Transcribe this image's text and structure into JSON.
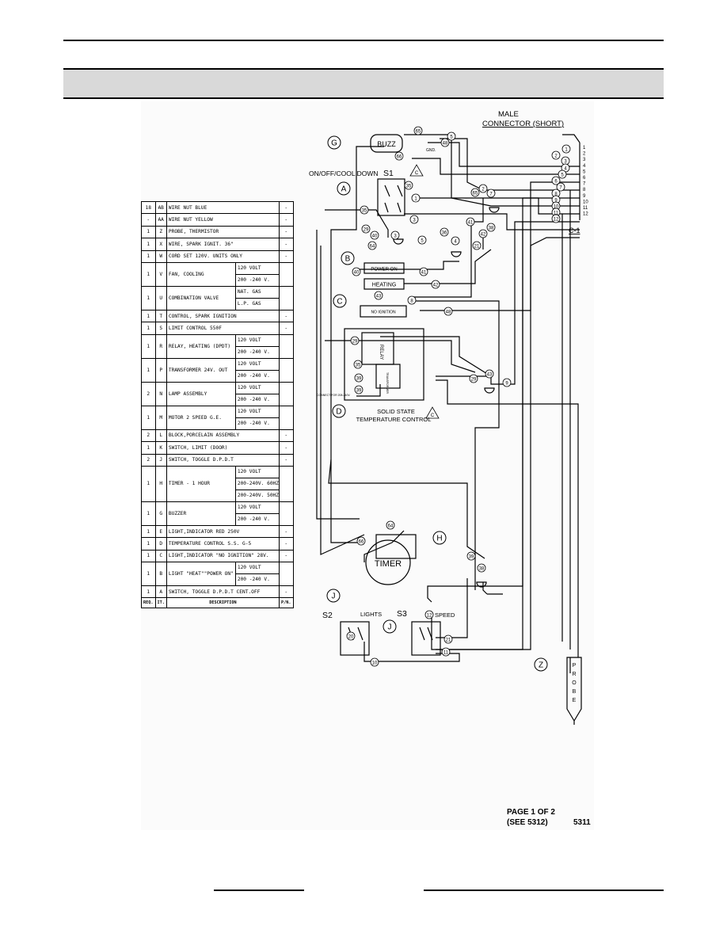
{
  "connector": {
    "title_line1": "MALE",
    "title_line2": "CONNECTOR (SHORT)",
    "label": "C-1",
    "pins": [
      "1",
      "2",
      "3",
      "4",
      "5",
      "6",
      "7",
      "8",
      "9",
      "10",
      "11",
      "12"
    ]
  },
  "components": {
    "buzzer": "BUZZ",
    "s1_caption": "ON/OFF/COOL DOWN",
    "s1": "S1",
    "s2": "S2",
    "s3": "S3",
    "lights": "LIGHTS",
    "speed": "SPEED",
    "power_on": "POWER ON",
    "heating": "HEATING",
    "no_ignition": "NO IGNITION",
    "timer": "TIMER",
    "probe": "PROBE",
    "gnd": "GND.",
    "tc_line1": "SOLID STATE",
    "tc_line2": "TEMPERATURE CONTROL",
    "relay": "RELAY",
    "transformer": "TRANSFORMER",
    "connect_note": "CONNECT FOR 208-240V.",
    "callouts": [
      "G",
      "A",
      "B",
      "C",
      "D",
      "H",
      "J",
      "J",
      "Z"
    ],
    "c_marks": [
      "C",
      "C"
    ]
  },
  "parts_table": {
    "headers": [
      "REQ.",
      "IT.",
      "DESCRIPTION",
      "P/N."
    ],
    "rows": [
      {
        "qty": "18",
        "item": "AB",
        "desc": "WIRE NUT BLUE",
        "volts": [],
        "pn": "-"
      },
      {
        "qty": "-",
        "item": "AA",
        "desc": "WIRE NUT YELLOW",
        "volts": [],
        "pn": "-"
      },
      {
        "qty": "1",
        "item": "Z",
        "desc": "PROBE, THERMISTOR",
        "volts": [],
        "pn": "-"
      },
      {
        "qty": "1",
        "item": "X",
        "desc": "WIRE, SPARK IGNIT. 36\"",
        "volts": [],
        "pn": "-"
      },
      {
        "qty": "1",
        "item": "W",
        "desc": "CORD SET 120V. UNITS ONLY",
        "volts": [],
        "pn": "-"
      },
      {
        "qty": "1",
        "item": "V",
        "desc": "FAN, COOLING",
        "volts": [
          "120 VOLT",
          "200 -240 V."
        ],
        "pn": ""
      },
      {
        "qty": "1",
        "item": "U",
        "desc": "COMBINATION VALVE",
        "volts": [
          "NAT. GAS",
          "L.P. GAS"
        ],
        "pn": ""
      },
      {
        "qty": "1",
        "item": "T",
        "desc": "CONTROL, SPARK IGNITION",
        "volts": [],
        "pn": "-"
      },
      {
        "qty": "1",
        "item": "S",
        "desc": "LIMIT CONTROL 550F",
        "volts": [],
        "pn": "-"
      },
      {
        "qty": "1",
        "item": "R",
        "desc": "RELAY, HEATING (DPDT)",
        "volts": [
          "120 VOLT",
          "200 -240 V."
        ],
        "pn": ""
      },
      {
        "qty": "1",
        "item": "P",
        "desc": "TRANSFORMER 24V. OUT",
        "volts": [
          "120 VOLT",
          "200 -240 V."
        ],
        "pn": ""
      },
      {
        "qty": "2",
        "item": "N",
        "desc": "LAMP ASSEMBLY",
        "volts": [
          "120 VOLT",
          "200 -240 V."
        ],
        "pn": ""
      },
      {
        "qty": "1",
        "item": "M",
        "desc": "MOTOR 2 SPEED G.E.",
        "volts": [
          "120 VOLT",
          "200 -240 V."
        ],
        "pn": ""
      },
      {
        "qty": "2",
        "item": "L",
        "desc": "BLOCK,PORCELAIN ASSEMBLY",
        "volts": [],
        "pn": "-"
      },
      {
        "qty": "1",
        "item": "K",
        "desc": "SWITCH, LIMIT (DOOR)",
        "volts": [],
        "pn": "-"
      },
      {
        "qty": "2",
        "item": "J",
        "desc": "SWITCH, TOGGLE D.P.D.T",
        "volts": [],
        "pn": "-"
      },
      {
        "qty": "1",
        "item": "H",
        "desc": "TIMER - 1 HOUR",
        "volts": [
          "120 VOLT",
          "200-240V. 60HZ",
          "200-240V. 50HZ"
        ],
        "pn": ""
      },
      {
        "qty": "1",
        "item": "G",
        "desc": "BUZZER",
        "volts": [
          "120 VOLT",
          "200 -240 V."
        ],
        "pn": ""
      },
      {
        "qty": "1",
        "item": "E",
        "desc": "LIGHT,INDICATOR RED 250V",
        "volts": [],
        "pn": "-"
      },
      {
        "qty": "1",
        "item": "D",
        "desc": "TEMPERATURE CONTROL S.S. G-5",
        "volts": [],
        "pn": "-"
      },
      {
        "qty": "1",
        "item": "C",
        "desc": "LIGHT,INDICATOR \"NO IGNITION\" 28V.",
        "volts": [],
        "pn": "-"
      },
      {
        "qty": "1",
        "item": "B",
        "desc": "LIGHT \"HEAT\"\"POWER ON\"",
        "volts": [
          "120 VOLT",
          "200 -240 V."
        ],
        "pn": ""
      },
      {
        "qty": "1",
        "item": "A",
        "desc": "SWITCH, TOGGLE D.P.D.T CENT.OFF",
        "volts": [],
        "pn": "-"
      }
    ]
  },
  "footer": {
    "page": "PAGE 1 OF 2",
    "see": "(SEE 5312)",
    "code": "5311"
  }
}
